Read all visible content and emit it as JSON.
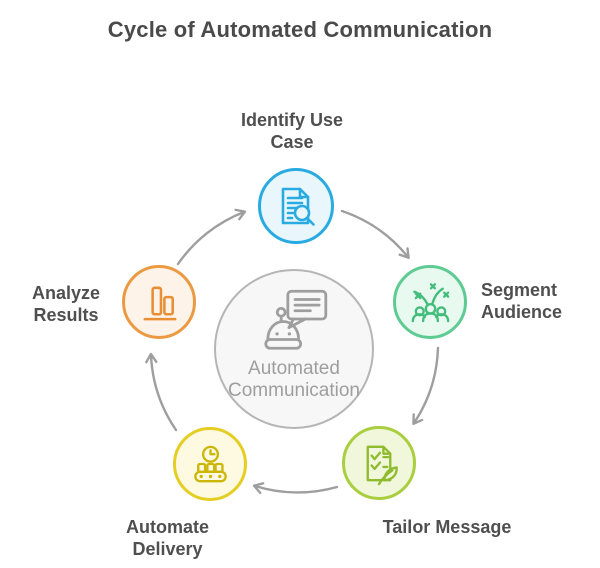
{
  "title": "Cycle of Automated Communication",
  "center": {
    "label": "Automated Communication",
    "icon": "robot-chat-icon",
    "border_color": "#b5b5b5",
    "fill_color": "#f7f7f7",
    "icon_color": "#9e9e9e",
    "text_color": "#9e9e9e"
  },
  "nodes": [
    {
      "label": "Identify Use Case",
      "icon": "document-search-icon",
      "border_color": "#29abe2",
      "fill_color": "#e9f7fd",
      "icon_color": "#29abe2"
    },
    {
      "label": "Segment Audience",
      "icon": "audience-burst-icon",
      "border_color": "#5ecb92",
      "fill_color": "#e8f9ef",
      "icon_color": "#43bd7c"
    },
    {
      "label": "Tailor Message",
      "icon": "document-feather-icon",
      "border_color": "#a9ce3f",
      "fill_color": "#f1f7da",
      "icon_color": "#8fbc2e"
    },
    {
      "label": "Automate Delivery",
      "icon": "clock-conveyor-icon",
      "border_color": "#e5ce24",
      "fill_color": "#fefae2",
      "icon_color": "#ccb609"
    },
    {
      "label": "Analyze Results",
      "icon": "bar-chart-icon",
      "border_color": "#eb9a41",
      "fill_color": "#fdf3e8",
      "icon_color": "#e78f35"
    }
  ],
  "colors": {
    "arrow": "#9e9e9e",
    "title": "#4a4a4a",
    "label": "#4f4f4f",
    "background": "#ffffff"
  }
}
